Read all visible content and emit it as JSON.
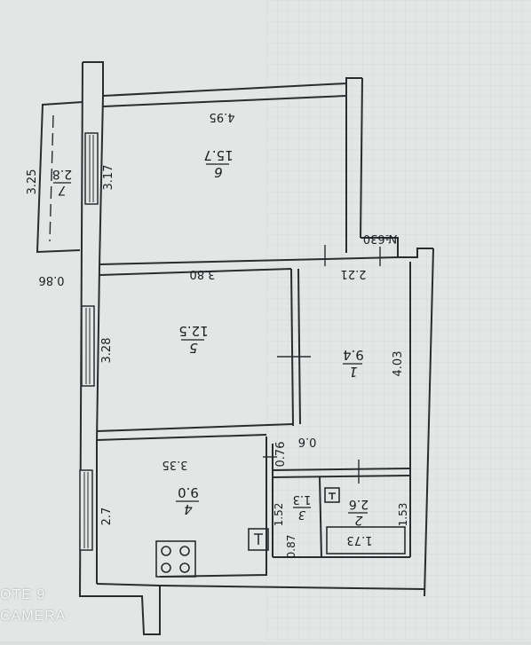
{
  "rooms": [
    {
      "id": "room-1",
      "number": "1",
      "area": "9.4"
    },
    {
      "id": "room-2",
      "number": "2",
      "area": "2.6"
    },
    {
      "id": "room-3",
      "number": "3",
      "area": "1.3"
    },
    {
      "id": "room-4",
      "number": "4",
      "area": "9.0"
    },
    {
      "id": "room-5",
      "number": "5",
      "area": "12.5"
    },
    {
      "id": "room-6",
      "number": "6",
      "area": "15.7"
    },
    {
      "id": "room-7",
      "number": "7",
      "area": "2.8"
    }
  ],
  "dimensions": {
    "d_495": "4.95",
    "d_317": "3.17",
    "d_325": "3.25",
    "d_086": "0.86",
    "d_380": "3.80",
    "d_221": "2.21",
    "d_n630": "№630",
    "d_328": "3.28",
    "d_403": "4.03",
    "d_335": "3.35",
    "d_06": "0.6",
    "d_076": "0.76",
    "d_27": "2.7",
    "d_152": "1.52",
    "d_153": "1.53",
    "d_087": "0.87",
    "d_173": "1.73"
  },
  "watermark": {
    "line1": "OTE 9",
    "line2": "CAMERA"
  },
  "colors": {
    "line": "#2a2c30",
    "paper": "#eef0ef",
    "grid": "#c9cdce"
  }
}
